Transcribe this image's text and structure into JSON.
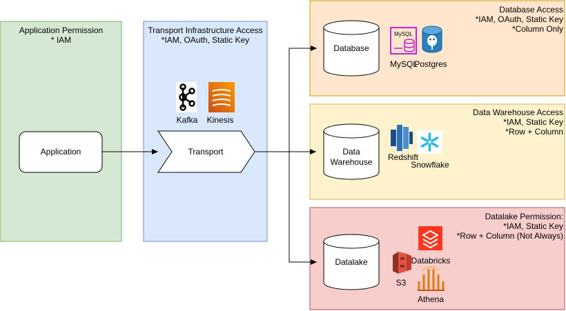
{
  "colors": {
    "app_panel_fill": "#d5e8d4",
    "app_panel_stroke": "#82b366",
    "transport_panel_fill": "#dae8fc",
    "transport_panel_stroke": "#6c8ebf",
    "database_panel_fill": "#ffe6cc",
    "database_panel_stroke": "#d79b00",
    "warehouse_panel_fill": "#fff2cc",
    "warehouse_panel_stroke": "#d6b656",
    "datalake_panel_fill": "#f8cecc",
    "datalake_panel_stroke": "#b85450"
  },
  "panels": {
    "application": {
      "title": "Application Permission",
      "lines": [
        "* IAM"
      ]
    },
    "transport": {
      "title": "Transport Infrastructure Access",
      "lines": [
        "*IAM, OAuth, Static Key"
      ]
    },
    "database": {
      "title": "Database Access",
      "lines": [
        "*IAM, OAuth, Static Key",
        "*Column Only"
      ]
    },
    "warehouse": {
      "title": "Data Warehouse Access",
      "lines": [
        "*IAM, Static Key",
        "*Row + Column"
      ]
    },
    "datalake": {
      "title": "Datalake Permission:",
      "lines": [
        "*IAM, Static Key",
        "*Row + Column (Not Always)"
      ]
    }
  },
  "nodes": {
    "application": "Application",
    "transport": "Transport",
    "database": "Database",
    "warehouse": [
      "Data",
      "Warehouse"
    ],
    "datalake": "Datalake"
  },
  "tools": {
    "kafka": {
      "label": "Kafka",
      "icon": "kafka-icon"
    },
    "kinesis": {
      "label": "Kinesis",
      "icon": "kinesis-icon"
    },
    "mysql": {
      "label": "MySQL",
      "icon": "mysql-icon",
      "icon_text": "MySQL"
    },
    "postgres": {
      "label": "Postgres",
      "icon": "postgres-icon"
    },
    "redshift": {
      "label": "Redshift",
      "icon": "redshift-icon"
    },
    "snowflake": {
      "label": "Snowflake",
      "icon": "snowflake-icon"
    },
    "databricks": {
      "label": "Databricks",
      "icon": "databricks-icon"
    },
    "s3": {
      "label": "S3",
      "icon": "s3-icon"
    },
    "athena": {
      "label": "Athena",
      "icon": "athena-icon"
    }
  }
}
